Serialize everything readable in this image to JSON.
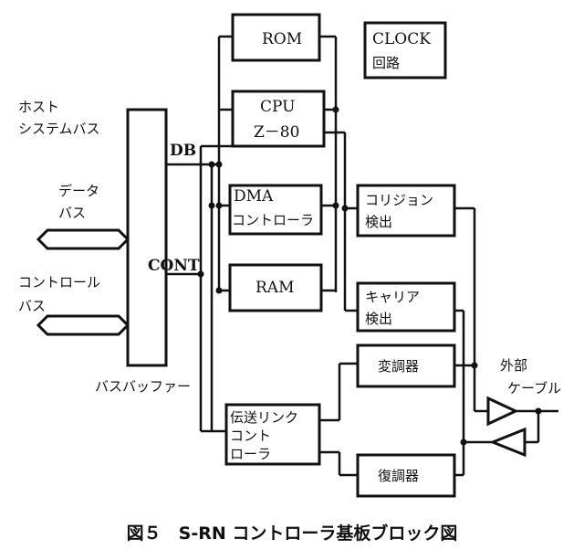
{
  "blocks": {
    "rom": "ROM",
    "clock_1": "CLOCK",
    "clock_2": "回路",
    "cpu_1": "CPU",
    "cpu_2": "Z－80",
    "dma_1": "DMA",
    "dma_2": "コントローラ",
    "ram": "RAM",
    "link_1": "伝送リンク",
    "link_2": "コント",
    "link_3": "ローラ",
    "collision_1": "コリジョン",
    "collision_2": "検出",
    "carrier_1": "キャリア",
    "carrier_2": "検出",
    "modulator": "変調器",
    "demodulator": "復調器"
  },
  "labels": {
    "host_1": "ホスト",
    "host_2": "システムバス",
    "data_1": "データ",
    "data_2": "バス",
    "control_1": "コントロール",
    "control_2": "バス",
    "db": "DB",
    "cont": "CONT",
    "buffer": "バスバッファー",
    "cable_1": "外部",
    "cable_2": "ケーブル"
  },
  "caption": "図５　S-RN コントローラ基板ブロック図"
}
